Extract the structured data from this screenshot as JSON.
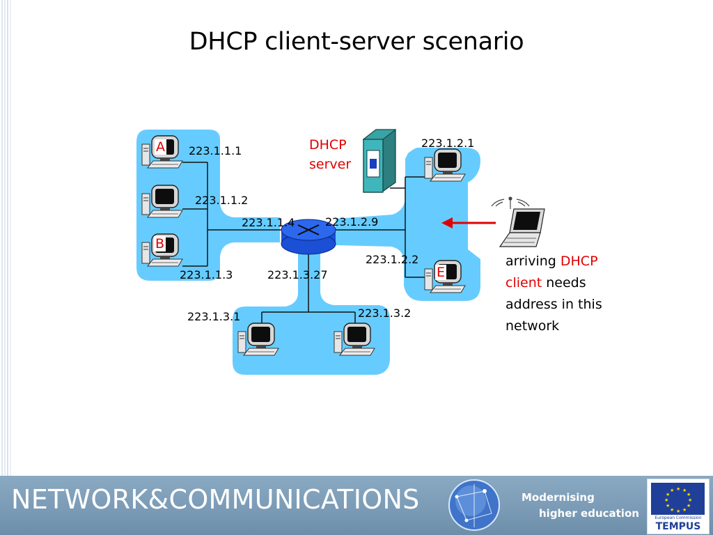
{
  "title": "DHCP client-server scenario",
  "hosts": {
    "a_label": "A",
    "b_label": "B",
    "e_label": "E"
  },
  "ip_addresses": {
    "a": "223.1.1.1",
    "mid_host": "223.1.1.2",
    "router_subnet1": "223.1.1.4",
    "b": "223.1.1.3",
    "router_subnet2": "223.1.2.9",
    "server_host": "223.1.2.1",
    "e": "223.1.2.2",
    "router_subnet3": "223.1.3.27",
    "bottom_left": "223.1.3.1",
    "bottom_right": "223.1.3.2"
  },
  "dhcp_server": {
    "line1": "DHCP",
    "line2": "server"
  },
  "caption": {
    "prefix": "arriving ",
    "red1": "DHCP",
    "red2": "client",
    "rest1": " needs",
    "line3": "address in this",
    "line4": "network"
  },
  "footer": {
    "title": "NETWORK&COMMUNICATIONS",
    "tagline1": "Modernising",
    "tagline2": "higher education",
    "eu_small": "European Commission",
    "eu_logo": "TEMPUS"
  },
  "colors": {
    "subnet_fill": "#66ccff",
    "accent_red": "#e00000",
    "router": "#1a4fd6",
    "footer_bar": "#7b9bb6"
  }
}
